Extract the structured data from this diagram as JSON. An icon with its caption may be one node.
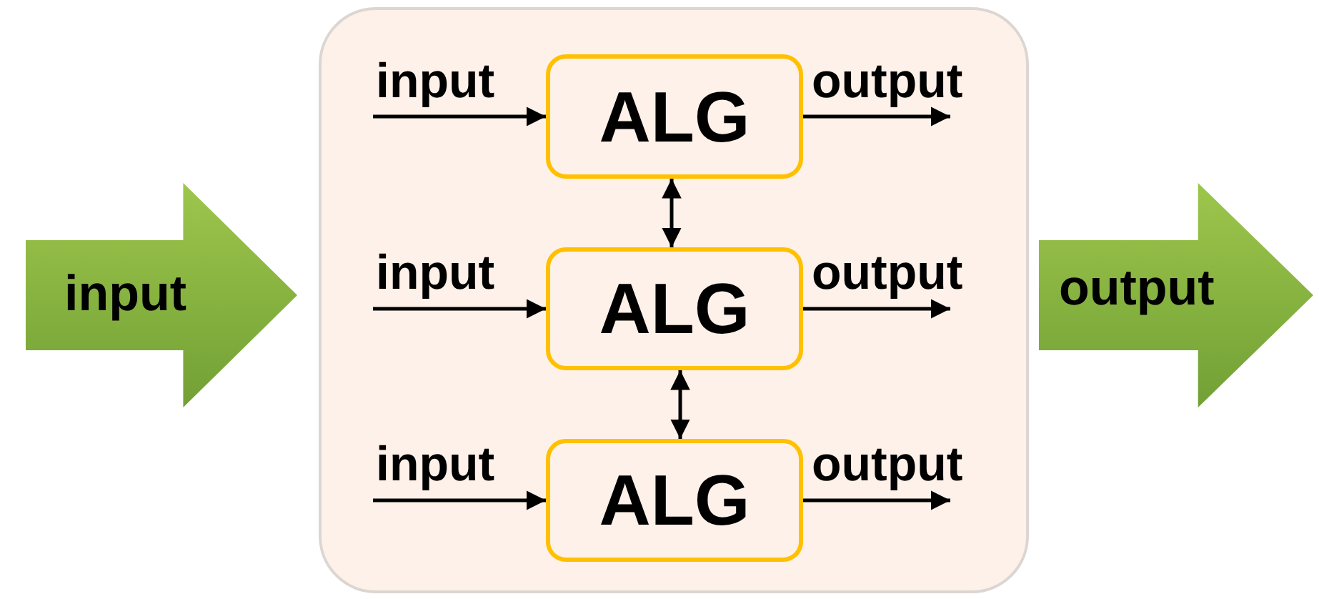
{
  "diagram": {
    "nodes": [
      {
        "text": [
          "input"
        ]
      },
      {
        "text": [],
        "shape": "box"
      },
      {
        "text": [
          "ALG"
        ],
        "in": 1
      },
      {
        "text": [
          "ALG"
        ],
        "in": 1
      },
      {
        "text": [
          "ALG"
        ],
        "in": 1
      },
      {
        "text": [
          "output"
        ]
      }
    ],
    "edges": [
      {
        "from": null,
        "to": 2,
        "arrow": "to",
        "label": "input"
      },
      {
        "from": 2,
        "to": null,
        "arrow": "to",
        "label": "output"
      },
      {
        "from": 2,
        "to": 3,
        "arrow": "both"
      },
      {
        "from": null,
        "to": 3,
        "arrow": "to",
        "label": "input"
      },
      {
        "from": 3,
        "to": null,
        "arrow": "to",
        "label": "output"
      },
      {
        "from": 3,
        "to": 4,
        "arrow": "both"
      },
      {
        "from": null,
        "to": 4,
        "arrow": "to",
        "label": "input"
      },
      {
        "from": 4,
        "to": null,
        "arrow": "to",
        "label": "output"
      }
    ]
  }
}
